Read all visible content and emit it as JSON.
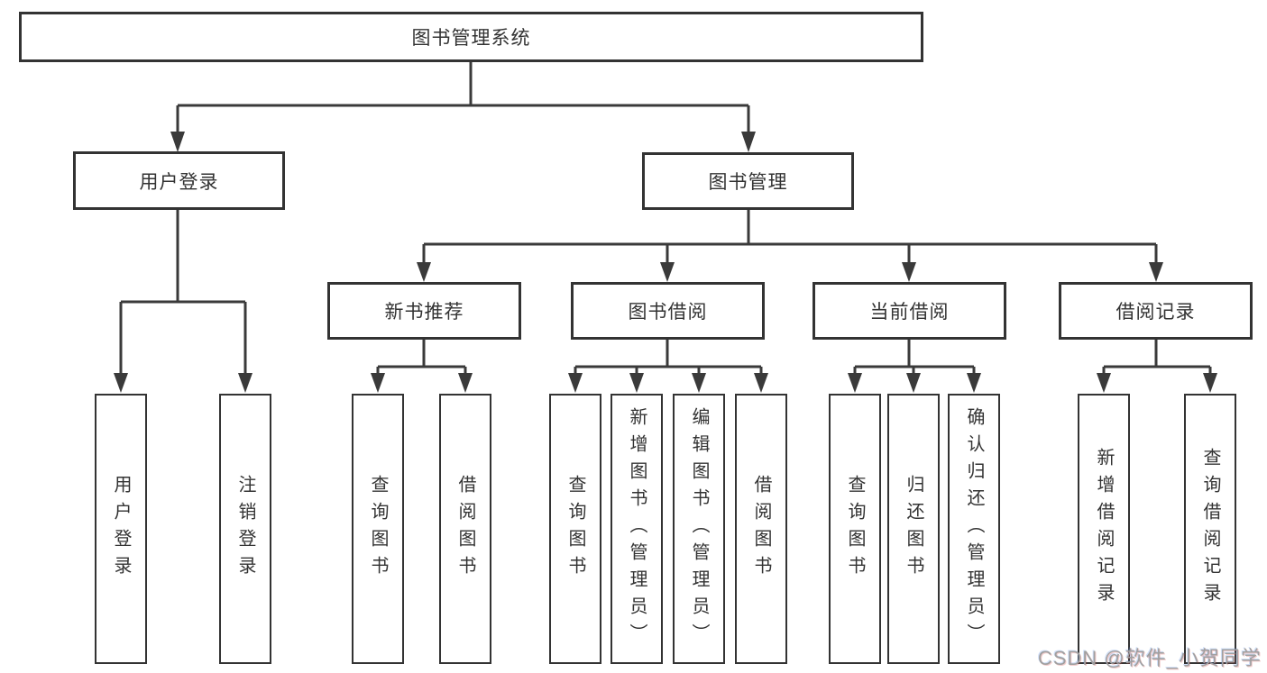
{
  "diagram": {
    "type": "hierarchy-tree",
    "colors": {
      "line": "#3a3a3a",
      "box_border": "#333333",
      "box_fill": "#ffffff",
      "text": "#333333",
      "watermark": "#a0a0a0"
    },
    "root": {
      "label": "图书管理系统"
    },
    "branches": [
      {
        "label": "用户登录",
        "children": [
          {
            "label": "用户登录"
          },
          {
            "label": "注销登录"
          }
        ]
      },
      {
        "label": "图书管理",
        "children": [
          {
            "label": "新书推荐",
            "children": [
              {
                "label": "查询图书"
              },
              {
                "label": "借阅图书"
              }
            ]
          },
          {
            "label": "图书借阅",
            "children": [
              {
                "label": "查询图书"
              },
              {
                "label": "新增图书（管理员）"
              },
              {
                "label": "编辑图书（管理员）"
              },
              {
                "label": "借阅图书"
              }
            ]
          },
          {
            "label": "当前借阅",
            "children": [
              {
                "label": "查询图书"
              },
              {
                "label": "归还图书"
              },
              {
                "label": "确认归还（管理员）"
              }
            ]
          },
          {
            "label": "借阅记录",
            "children": [
              {
                "label": "新增借阅记录"
              },
              {
                "label": "查询借阅记录"
              }
            ]
          }
        ]
      }
    ]
  },
  "watermark": {
    "text": "CSDN @软件_小贺同学"
  }
}
